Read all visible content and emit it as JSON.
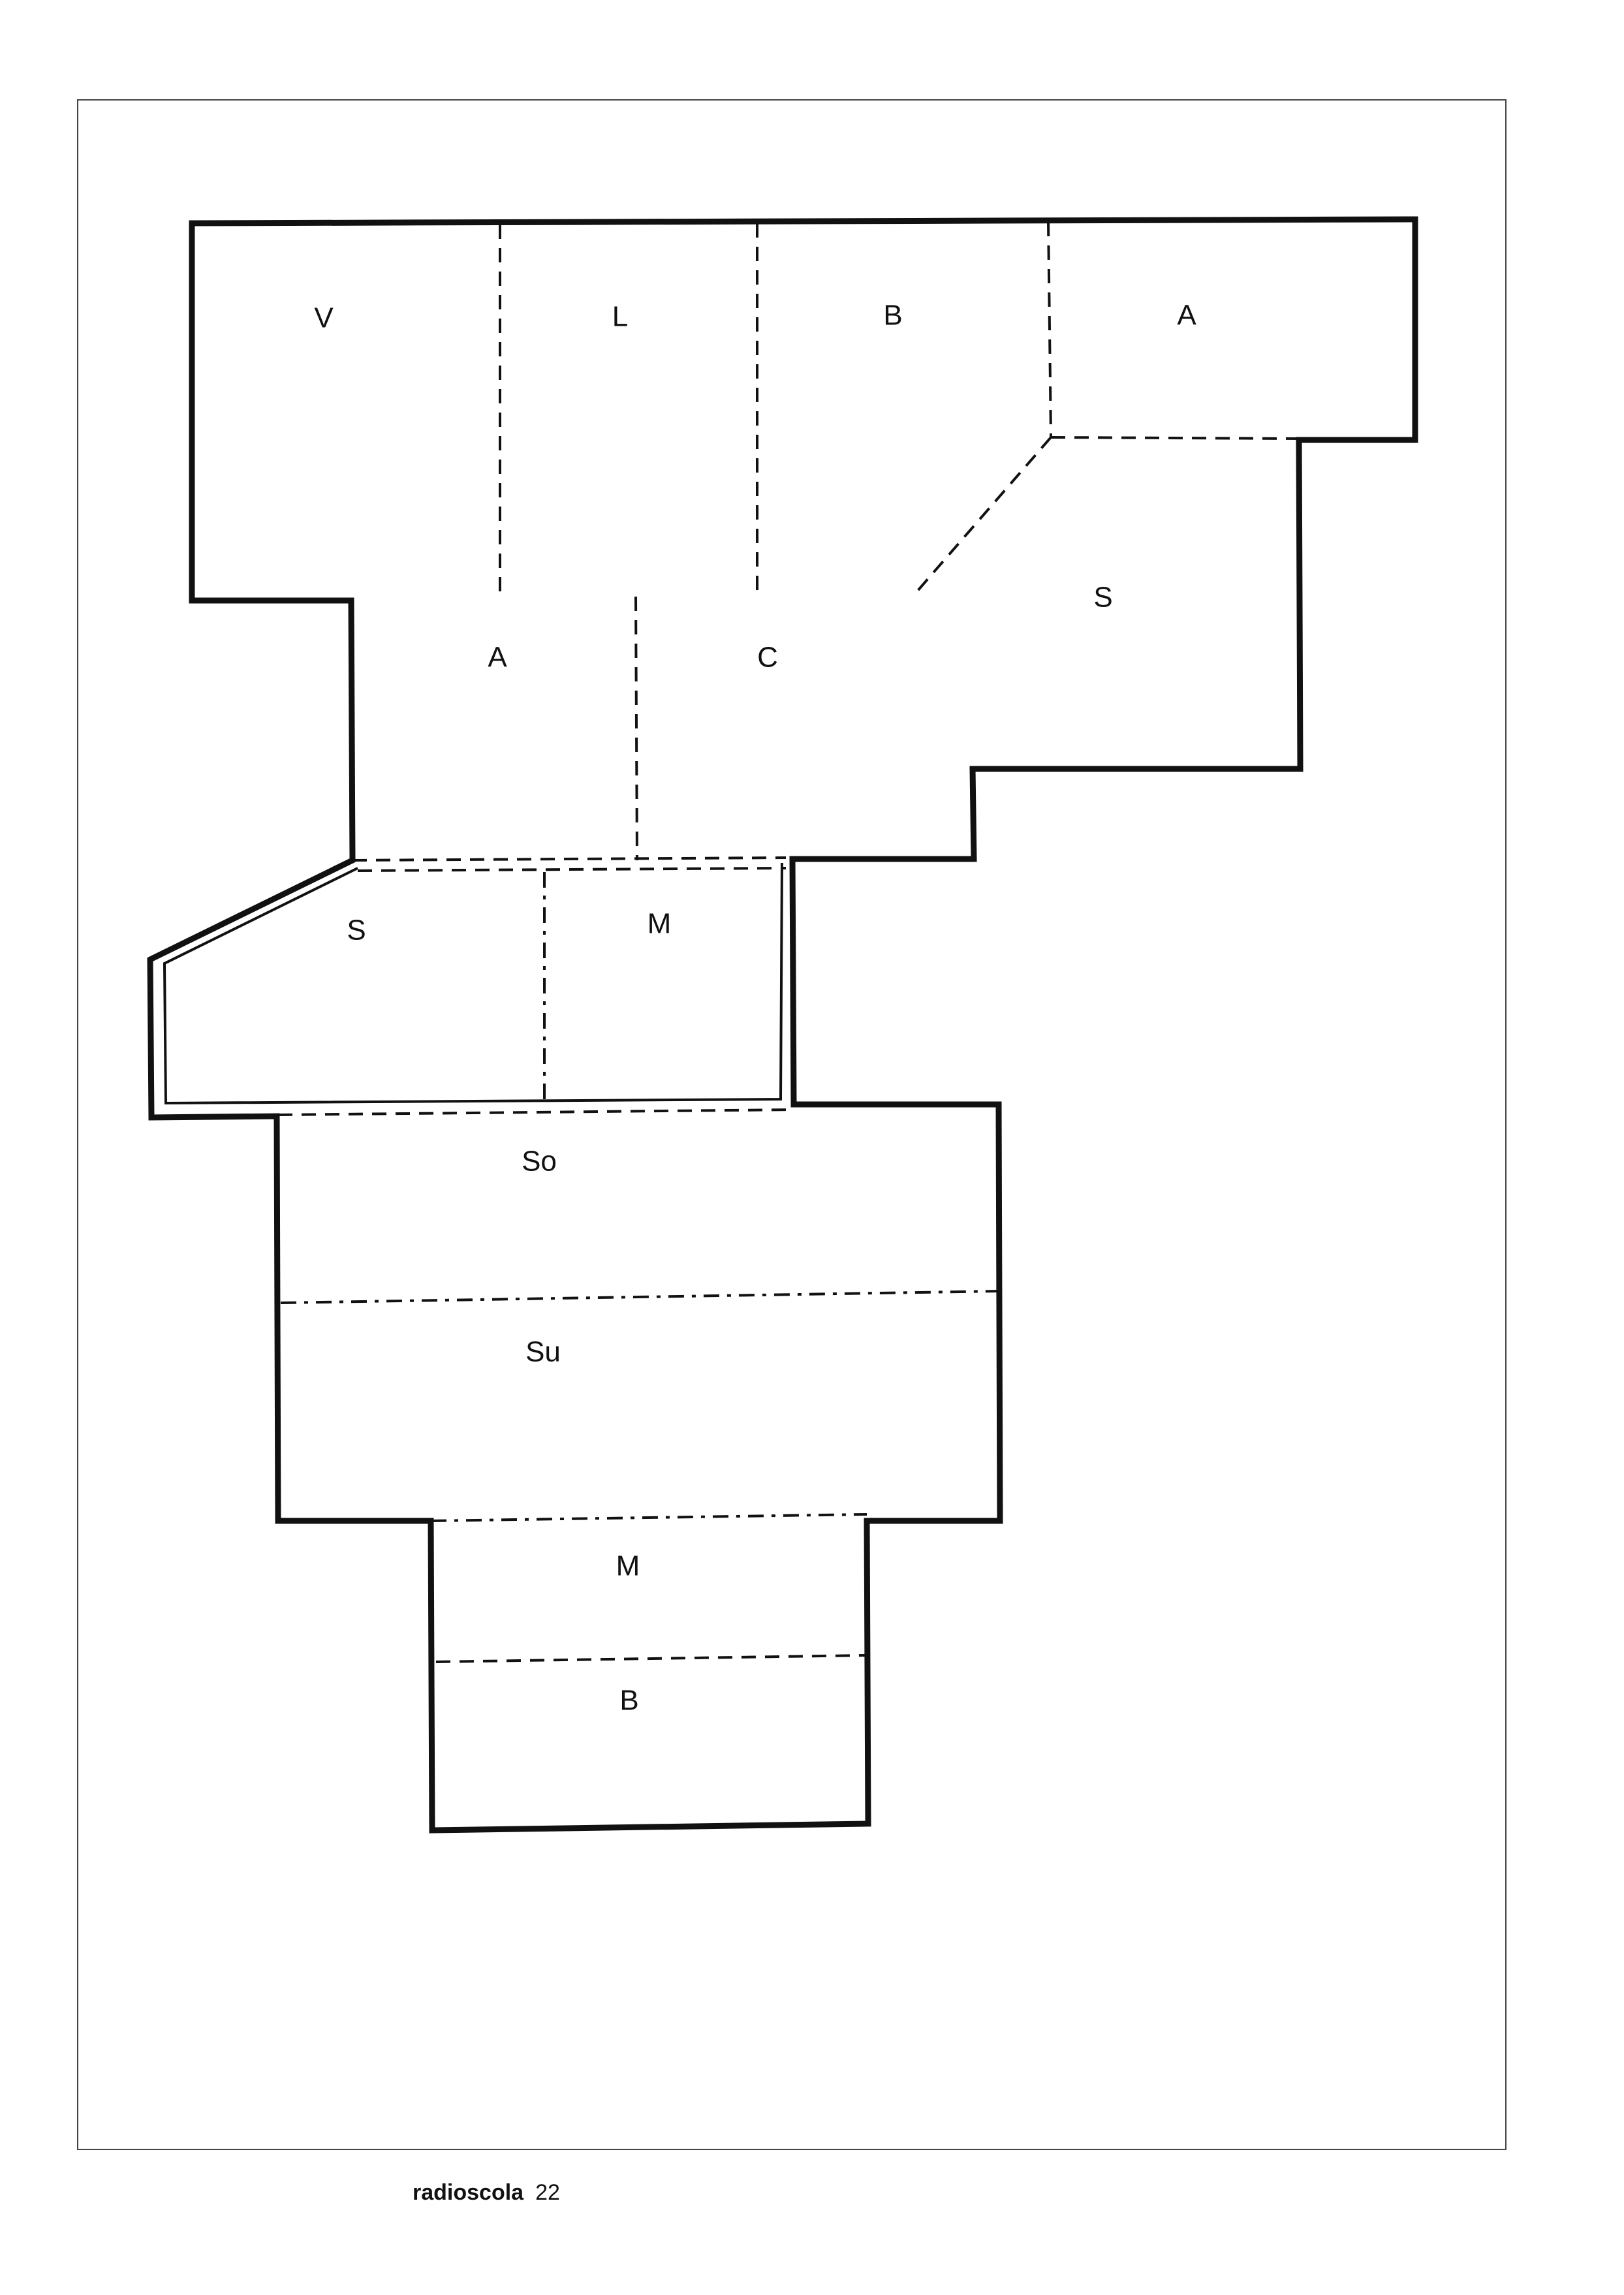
{
  "diagram": {
    "labels": {
      "top_v": "V",
      "top_l": "L",
      "top_b": "B",
      "top_a": "A",
      "right_s": "S",
      "mid_a": "A",
      "mid_c": "C",
      "left_s": "S",
      "left_m": "M",
      "so": "So",
      "su": "Su",
      "bottom_m": "M",
      "bottom_b": "B"
    }
  },
  "footer": {
    "publication": "radioscola",
    "page_number": "22"
  }
}
